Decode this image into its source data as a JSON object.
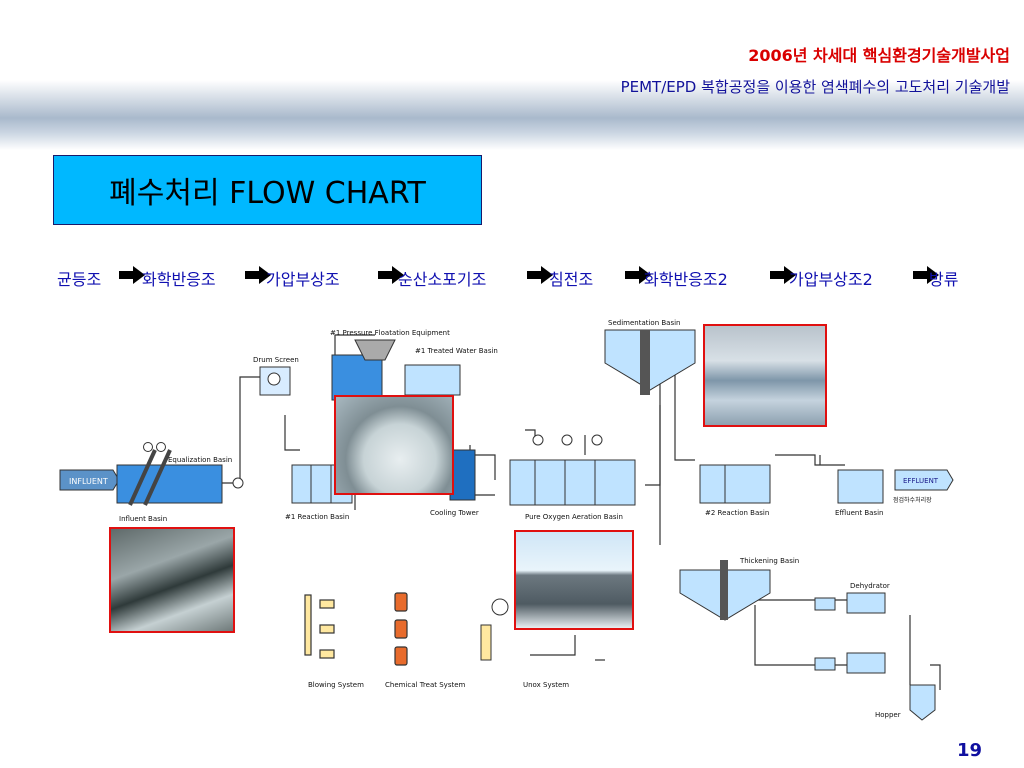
{
  "header": {
    "line1": "2006년 차세대 핵심환경기술개발사업",
    "line2": "PEMT/EPD 복합공정을 이용한 염색폐수의 고도처리 기술개발"
  },
  "title_box": {
    "text": "폐수처리 FLOW CHART"
  },
  "flow_steps": [
    {
      "label": "균등조"
    },
    {
      "label": "화학반응조"
    },
    {
      "label": "가압부상조"
    },
    {
      "label": "순산소포기조"
    },
    {
      "label": "침전조"
    },
    {
      "label": "화학반응조2"
    },
    {
      "label": "가압부상조2"
    },
    {
      "label": "방류"
    }
  ],
  "diagram_labels": {
    "influent": "INFLUENT",
    "influent_basin": "Influent Basin",
    "equalization_basin": "Equalization Basin",
    "drum_screen": "Drum Screen",
    "reaction_basin_1": "#1 Reaction Basin",
    "pressure_flotation": "#1 Pressure Floatation Equipment",
    "treated_water_basin": "#1 Treated Water Basin",
    "cooling_tower": "Cooling Tower",
    "pure_oxygen": "Pure Oxygen Aeration Basin",
    "sedimentation_basin": "Sedimentation Basin",
    "reaction_basin_2": "#2 Reaction Basin",
    "effluent_basin": "Effluent Basin",
    "effluent": "EFFLUENT",
    "effluent_note": "점검하수처리장",
    "thickening_basin": "Thickening Basin",
    "dehydrator": "Dehydrator",
    "hopper": "Hopper",
    "blowing_system": "Blowing System",
    "chemical_treat": "Chemical Treat System",
    "unox_system": "Unox System"
  },
  "colors": {
    "title_bg": "#00b8ff",
    "header_red": "#d90000",
    "flow_text": "#1010b0",
    "photo_border": "#e01010",
    "water": "#3a8fe0"
  },
  "page": {
    "number": "19"
  }
}
